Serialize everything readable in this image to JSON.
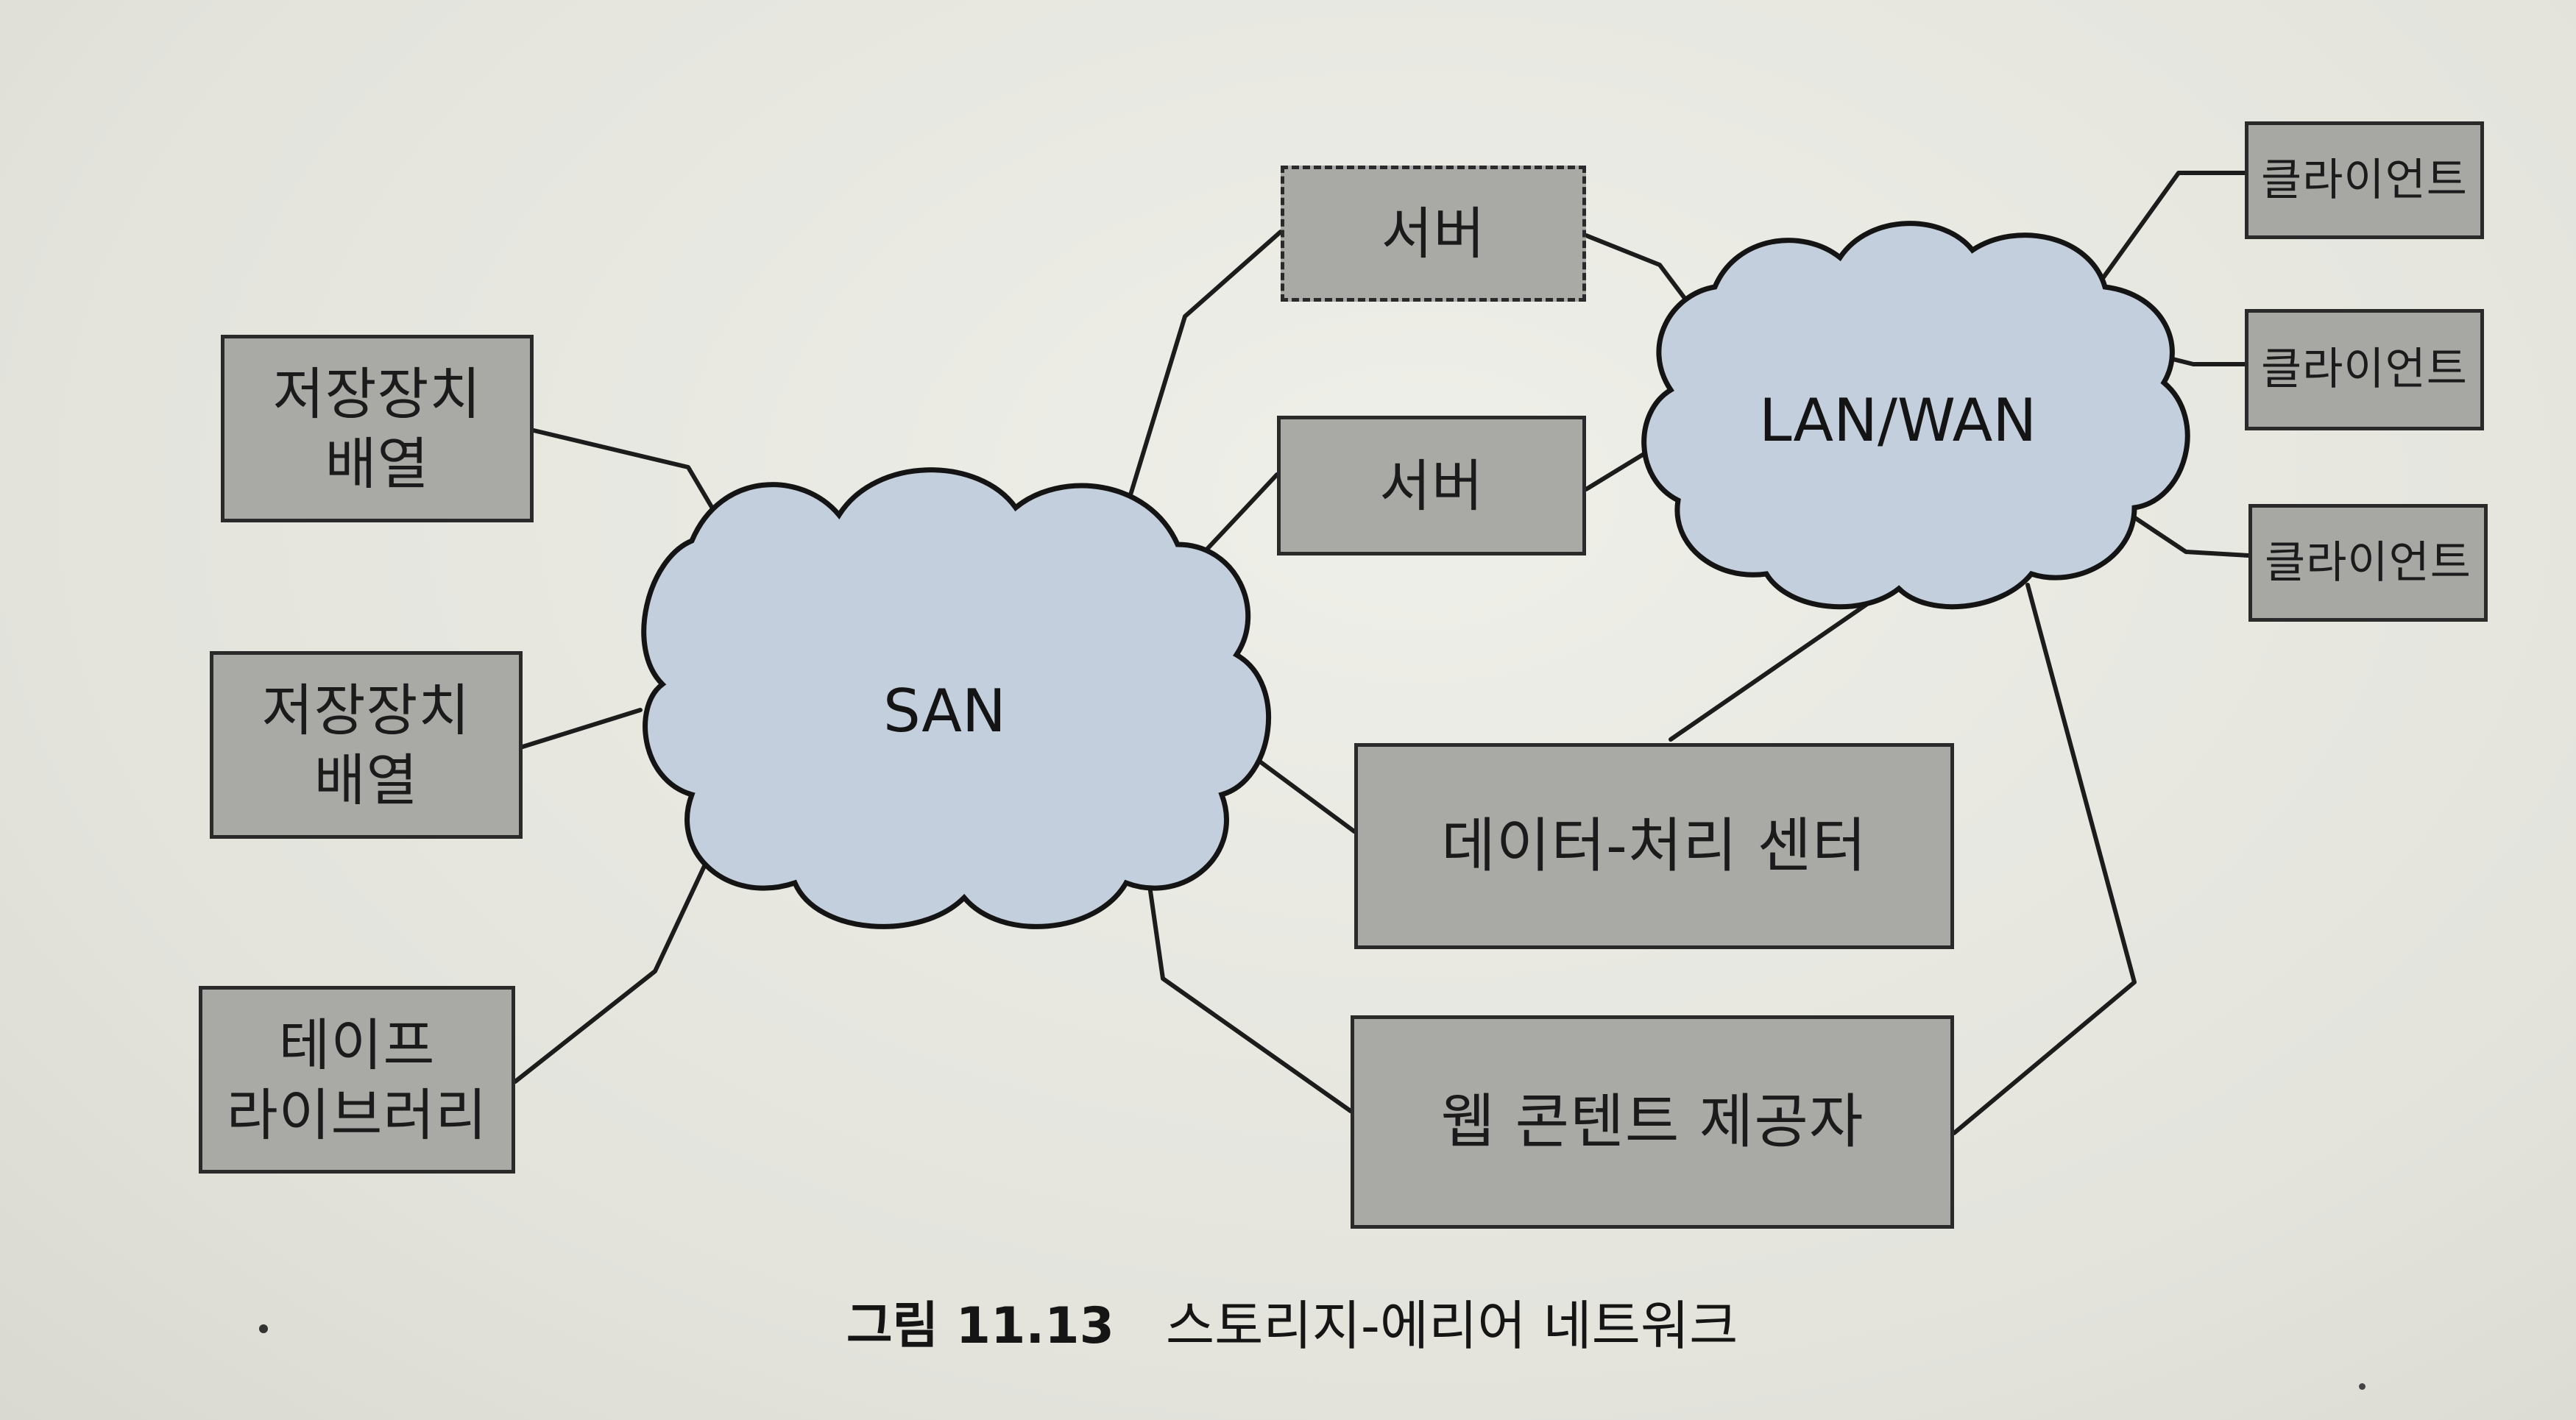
{
  "diagram": {
    "clouds": {
      "san": "SAN",
      "lan_wan": "LAN/WAN"
    },
    "storage_nodes": [
      {
        "label": "저장장치\n배열"
      },
      {
        "label": "저장장치\n배열"
      },
      {
        "label": "테이프\n라이브러리"
      }
    ],
    "servers": [
      {
        "label": "서버"
      },
      {
        "label": "서버"
      }
    ],
    "clients": [
      {
        "label": "클라이언트"
      },
      {
        "label": "클라이언트"
      },
      {
        "label": "클라이언트"
      }
    ],
    "data_center": "데이터-처리 센터",
    "web_provider": "웹 콘텐트 제공자"
  },
  "caption": {
    "number": "그림 11.13",
    "text": "스토리지-에리어 네트워크"
  },
  "colors": {
    "cloud_fill": "#c3cfdc",
    "box_fill": "#a9a9a5",
    "stroke": "#1c1c1c"
  }
}
